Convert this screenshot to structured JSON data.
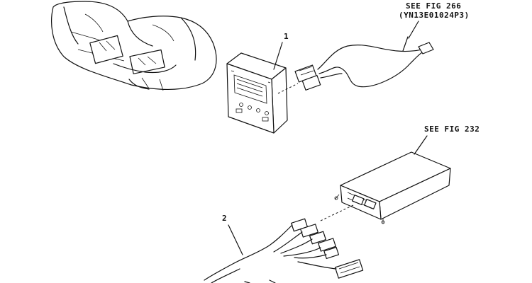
{
  "callouts": [
    {
      "number": "1"
    },
    {
      "number": "2"
    }
  ],
  "references": [
    {
      "line1": "SEE FIG 266",
      "line2": "(YN13E01024P3)"
    },
    {
      "line1": "SEE FIG 232"
    }
  ]
}
